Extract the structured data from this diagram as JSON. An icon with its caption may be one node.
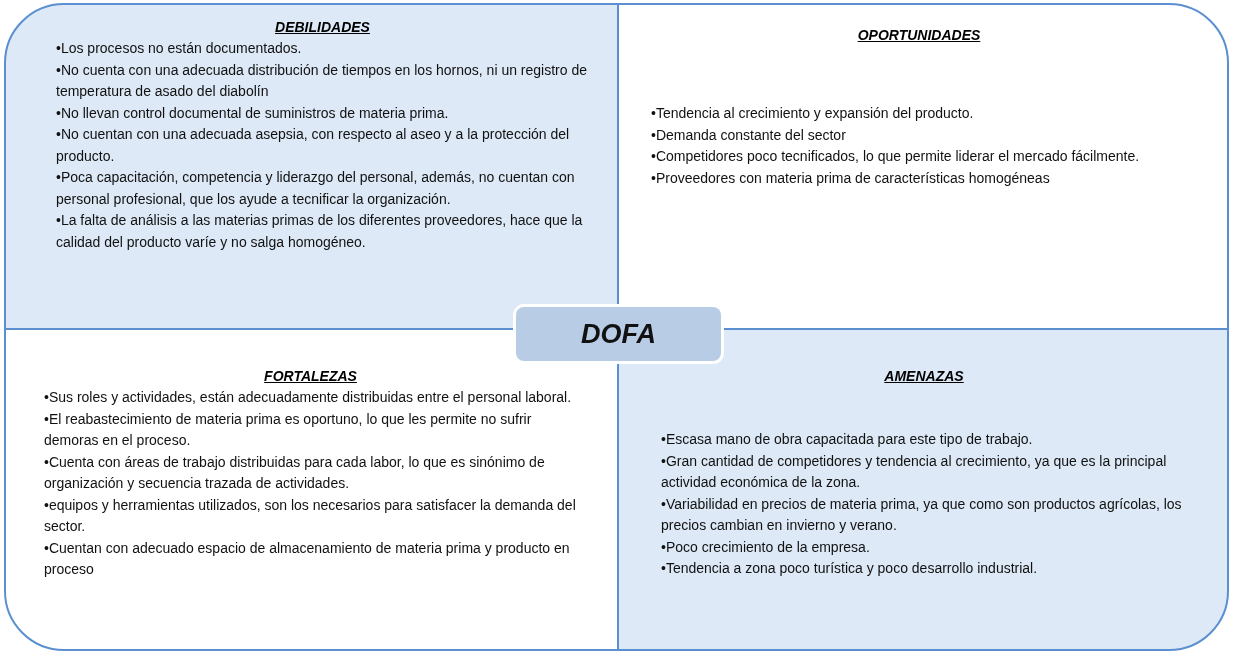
{
  "diagram": {
    "nodes": [
      {
        "text": [
          "DEBILIDADES",
          "•Los procesos no están documentados.",
          "•No cuenta con una adecuada distribución de tiempos en los hornos, ni un registro de temperatura de asado del diabolín",
          "•No llevan control documental de suministros de materia prima.",
          "•No cuentan con una adecuada asepsia, con respecto al aseo y a la protección del producto.",
          "•Poca capacitación, competencia y liderazgo del personal, además, no cuentan con personal profesional, que los ayude a tecnificar la organización.",
          "•La falta de análisis a las materias primas de los diferentes proveedores, hace que la calidad del producto varíe y no salga homogéneo."
        ]
      },
      {
        "text": [
          "OPORTUNIDADES",
          "•Tendencia al crecimiento y expansión del producto.",
          "•Demanda constante del sector",
          "•Competidores poco tecnificados, lo que permite liderar el mercado fácilmente.",
          "•Proveedores con materia prima de características homogéneas"
        ]
      },
      {
        "text": [
          "DOFA"
        ]
      },
      {
        "text": [
          "FORTALEZAS",
          "•Sus roles y actividades, están adecuadamente distribuidas entre el personal laboral.",
          "•El reabastecimiento de materia prima es oportuno, lo que les permite no sufrir demoras en el proceso.",
          "•Cuenta con áreas de trabajo distribuidas para cada labor, lo que es sinónimo de organización y secuencia trazada de actividades.",
          "•equipos y herramientas utilizados, son los necesarios para satisfacer la demanda del sector.",
          "•Cuentan con adecuado espacio de almacenamiento de materia prima y producto en proceso"
        ]
      },
      {
        "text": [
          "AMENAZAS",
          "•Escasa mano de obra capacitada para este tipo de trabajo.",
          "•Gran cantidad de competidores y tendencia al crecimiento, ya que es la principal actividad económica de la zona.",
          "•Variabilidad en precios de materia prima, ya que como son productos agrícolas, los precios cambian en invierno y verano.",
          "•Poco crecimiento de la empresa.",
          "•Tendencia a zona poco turística y poco desarrollo industrial."
        ]
      }
    ]
  }
}
